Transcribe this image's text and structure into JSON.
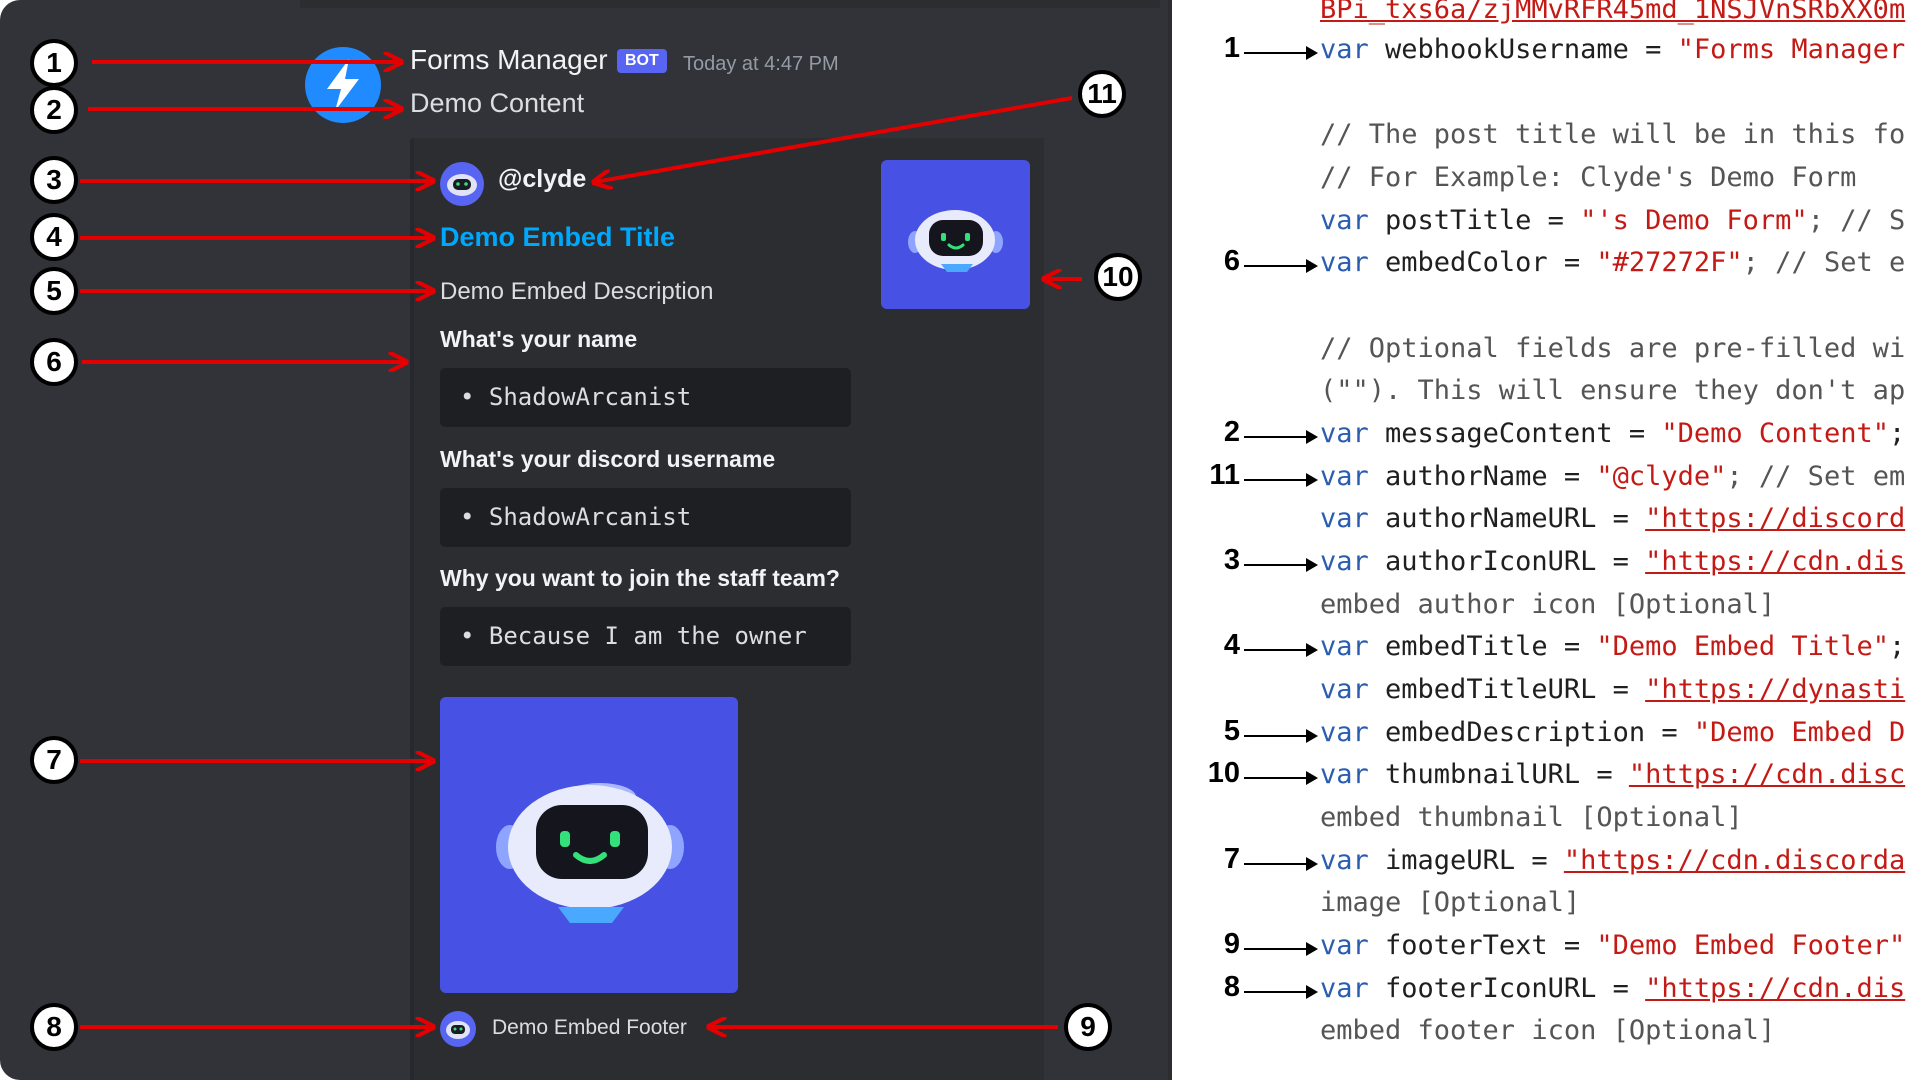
{
  "message": {
    "username": "Forms Manager",
    "bot_tag": "BOT",
    "timestamp": "Today at 4:47 PM",
    "content": "Demo Content"
  },
  "embed": {
    "color": "#27272F",
    "author_name": "@clyde",
    "title": "Demo Embed Title",
    "description": "Demo Embed Description",
    "fields": [
      {
        "name": "What's your name",
        "value": "• ShadowArcanist"
      },
      {
        "name": "What's your discord username",
        "value": "• ShadowArcanist"
      },
      {
        "name": "Why you want to join the staff team?",
        "value": "• Because I am the owner"
      }
    ],
    "footer_text": "Demo Embed Footer"
  },
  "markers": {
    "m1": "1",
    "m2": "2",
    "m3": "3",
    "m4": "4",
    "m5": "5",
    "m6": "6",
    "m7": "7",
    "m8": "8",
    "m9": "9",
    "m10": "10",
    "m11": "11"
  },
  "code": {
    "top_fragment": "BPi_txs6a/zjMMvRFR45md_1NSJVnSRbXX0m",
    "l1_kw": "var",
    "l1_rest": " webhookUsername = ",
    "l1_str": "\"Forms Manager",
    "l2_cmt": "// The post title will be in this fo",
    "l3_cmt": "// For Example: Clyde's Demo Form",
    "l4_kw": "var",
    "l4_rest": " postTitle = ",
    "l4_str": "\"'s Demo Form\"",
    "l4_tail": "; // S",
    "l5_kw": "var",
    "l5_rest": " embedColor = ",
    "l5_str": "\"#27272F\"",
    "l5_tail": "; // Set e",
    "l6_cmt": "// Optional fields are pre-filled wi",
    "l7_cmt": "(\"\"). This will ensure they don't ap",
    "l8_kw": "var",
    "l8_rest": " messageContent = ",
    "l8_str": "\"Demo Content\"",
    "l8_tail": ";",
    "l9_kw": "var",
    "l9_rest": " authorName = ",
    "l9_str": "\"@clyde\"",
    "l9_tail": "; // Set em",
    "l10_kw": "var",
    "l10_rest": " authorNameURL = ",
    "l10_str": "\"https://discord",
    "l11_kw": "var",
    "l11_rest": " authorIconURL = ",
    "l11_str": "\"https://cdn.dis",
    "l12_cmt": "embed author icon [Optional]",
    "l13_kw": "var",
    "l13_rest": " embedTitle = ",
    "l13_str": "\"Demo Embed Title\"",
    "l13_tail": ";",
    "l14_kw": "var",
    "l14_rest": " embedTitleURL = ",
    "l14_str": "\"https://dynasti",
    "l15_kw": "var",
    "l15_rest": " embedDescription = ",
    "l15_str": "\"Demo Embed D",
    "l16_kw": "var",
    "l16_rest": " thumbnailURL = ",
    "l16_str": "\"https://cdn.disc",
    "l17_cmt": "embed thumbnail [Optional]",
    "l18_kw": "var",
    "l18_rest": " imageURL = ",
    "l18_str": "\"https://cdn.discorda",
    "l19_cmt": "image [Optional]",
    "l20_kw": "var",
    "l20_rest": " footerText = ",
    "l20_str": "\"Demo Embed Footer\"",
    "l21_kw": "var",
    "l21_rest": " footerIconURL = ",
    "l21_str": "\"https://cdn.dis",
    "l22_cmt": "embed footer icon [Optional]",
    "num_l1": "1",
    "num_l5": "6",
    "num_l8": "2",
    "num_l9": "11",
    "num_l11": "3",
    "num_l13": "4",
    "num_l15": "5",
    "num_l16": "10",
    "num_l18": "7",
    "num_l20": "9",
    "num_l21": "8"
  },
  "colors": {
    "panel_bg": "#313338",
    "embed_bg": "#2b2d31",
    "field_bg": "#1e1f22",
    "title_link": "#00a8fc",
    "blurple": "#5865f2",
    "annotation_red": "#e30000"
  }
}
